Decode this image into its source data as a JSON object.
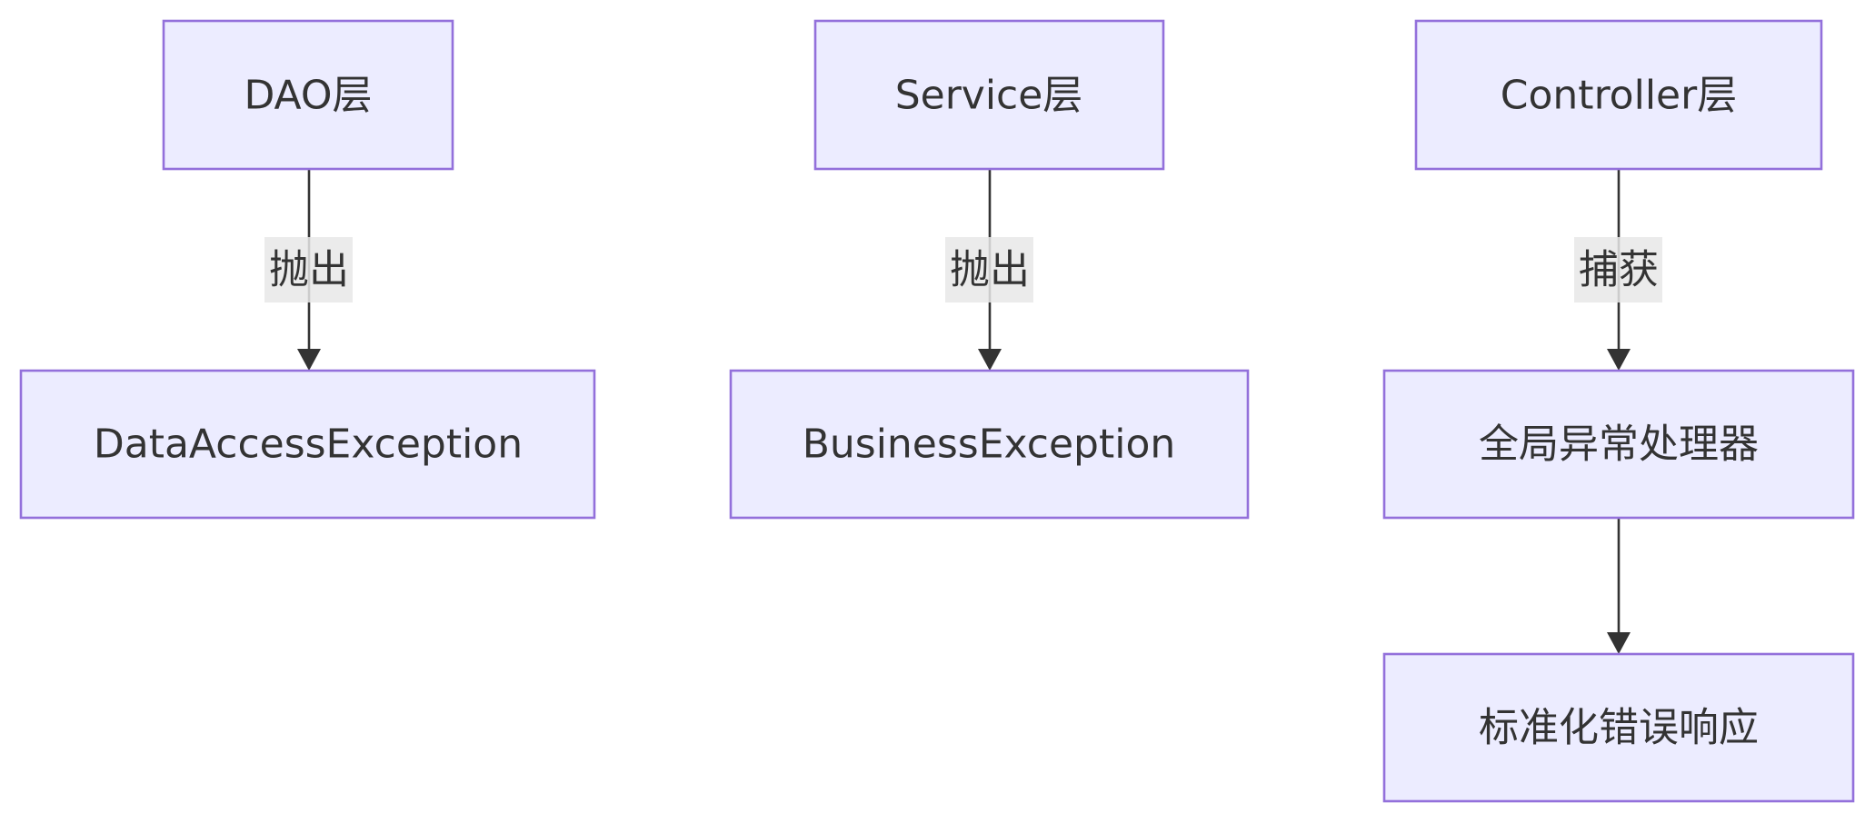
{
  "diagram": {
    "type": "flowchart",
    "direction": "top-down",
    "nodes": {
      "dao": {
        "label": "DAO层"
      },
      "service": {
        "label": "Service层"
      },
      "controller": {
        "label": "Controller层"
      },
      "data_access_exception": {
        "label": "DataAccessException"
      },
      "business_exception": {
        "label": "BusinessException"
      },
      "global_handler": {
        "label": "全局异常处理器"
      },
      "standard_response": {
        "label": "标准化错误响应"
      }
    },
    "edges": [
      {
        "from": "DAO层",
        "to": "DataAccessException",
        "label": "抛出"
      },
      {
        "from": "Service层",
        "to": "BusinessException",
        "label": "抛出"
      },
      {
        "from": "Controller层",
        "to": "全局异常处理器",
        "label": "捕获"
      },
      {
        "from": "全局异常处理器",
        "to": "标准化错误响应",
        "label": ""
      }
    ],
    "colors": {
      "node_fill": "#ECECFF",
      "node_stroke": "#9370DB",
      "edge": "#333333",
      "text": "#333333",
      "edge_label_bg": "#E8E8E8"
    }
  }
}
